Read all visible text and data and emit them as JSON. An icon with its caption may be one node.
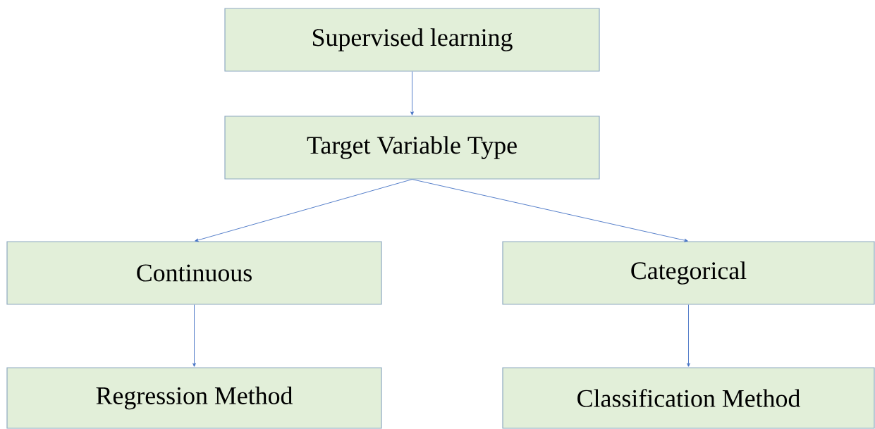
{
  "diagram": {
    "nodes": [
      {
        "text": [
          "Supervised learning"
        ]
      },
      {
        "text": [
          "Target Variable Type"
        ]
      },
      {
        "text": [
          "Continuous"
        ]
      },
      {
        "text": [
          "Categorical"
        ]
      },
      {
        "text": [
          "Regression Method"
        ]
      },
      {
        "text": [
          "Classification Method"
        ]
      }
    ],
    "edges": [
      {
        "from": 0,
        "to": 1,
        "arrow": "to"
      },
      {
        "from": 1,
        "to": 2,
        "arrow": "to"
      },
      {
        "from": 1,
        "to": 3,
        "arrow": "to"
      },
      {
        "from": 2,
        "to": 4,
        "arrow": "to"
      },
      {
        "from": 3,
        "to": 5,
        "arrow": "to"
      }
    ]
  }
}
